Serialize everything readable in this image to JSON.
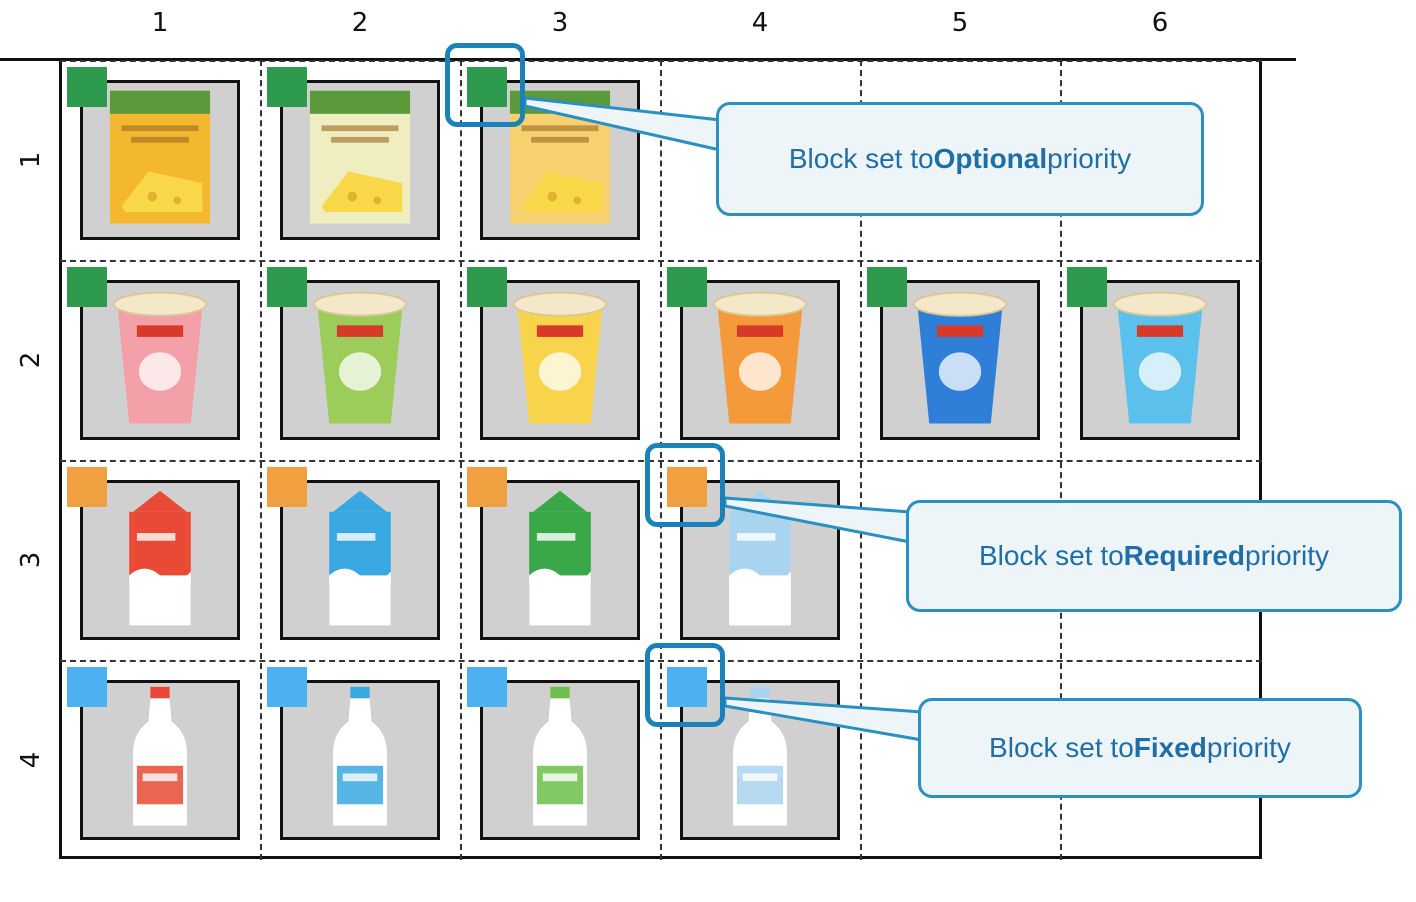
{
  "columns": [
    "1",
    "2",
    "3",
    "4",
    "5",
    "6"
  ],
  "rows": [
    "1",
    "2",
    "3",
    "4"
  ],
  "colors": {
    "optional": "#2e9a4e",
    "required": "#f0a040",
    "fixed": "#4db0f0",
    "highlight": "#1a82b8",
    "callout_text": "#1f6ea8"
  },
  "legend": [
    {
      "priority": "optional",
      "prefix": "Block set to ",
      "bold": "Optional",
      "suffix": " priority"
    },
    {
      "priority": "required",
      "prefix": "Block set to ",
      "bold": "Required",
      "suffix": " priority"
    },
    {
      "priority": "fixed",
      "prefix": "Block set to ",
      "bold": "Fixed",
      "suffix": " priority"
    }
  ],
  "blocks": [
    {
      "row": 1,
      "col": 1,
      "priority": "optional",
      "product": "cheese-package",
      "color": "#f4b830",
      "band": "#5a9a3a"
    },
    {
      "row": 1,
      "col": 2,
      "priority": "optional",
      "product": "cheese-package",
      "color": "#f0eec0",
      "band": "#5a9a3a"
    },
    {
      "row": 1,
      "col": 3,
      "priority": "optional",
      "product": "cheese-package",
      "color": "#f7d070",
      "band": "#5a9a3a",
      "highlighted": true
    },
    {
      "row": 2,
      "col": 1,
      "priority": "optional",
      "product": "yogurt-cup",
      "color": "#f3a0a8"
    },
    {
      "row": 2,
      "col": 2,
      "priority": "optional",
      "product": "yogurt-cup",
      "color": "#9ccc5a"
    },
    {
      "row": 2,
      "col": 3,
      "priority": "optional",
      "product": "yogurt-cup",
      "color": "#f7d44c"
    },
    {
      "row": 2,
      "col": 4,
      "priority": "optional",
      "product": "yogurt-cup",
      "color": "#f59a3a"
    },
    {
      "row": 2,
      "col": 5,
      "priority": "optional",
      "product": "yogurt-cup",
      "color": "#2f7fd8"
    },
    {
      "row": 2,
      "col": 6,
      "priority": "optional",
      "product": "yogurt-cup",
      "color": "#5cc0ec"
    },
    {
      "row": 3,
      "col": 1,
      "priority": "required",
      "product": "milk-carton",
      "color": "#e84a35"
    },
    {
      "row": 3,
      "col": 2,
      "priority": "required",
      "product": "milk-carton",
      "color": "#3aa8e0"
    },
    {
      "row": 3,
      "col": 3,
      "priority": "required",
      "product": "milk-carton",
      "color": "#3aa848"
    },
    {
      "row": 3,
      "col": 4,
      "priority": "required",
      "product": "milk-carton",
      "color": "#a8d4f0",
      "highlighted": true
    },
    {
      "row": 4,
      "col": 1,
      "priority": "fixed",
      "product": "milk-bottle",
      "color": "#e84a35"
    },
    {
      "row": 4,
      "col": 2,
      "priority": "fixed",
      "product": "milk-bottle",
      "color": "#3aa8e0"
    },
    {
      "row": 4,
      "col": 3,
      "priority": "fixed",
      "product": "milk-bottle",
      "color": "#6cbf4a"
    },
    {
      "row": 4,
      "col": 4,
      "priority": "fixed",
      "product": "milk-bottle",
      "color": "#a8d4f0",
      "highlighted": true
    }
  ]
}
